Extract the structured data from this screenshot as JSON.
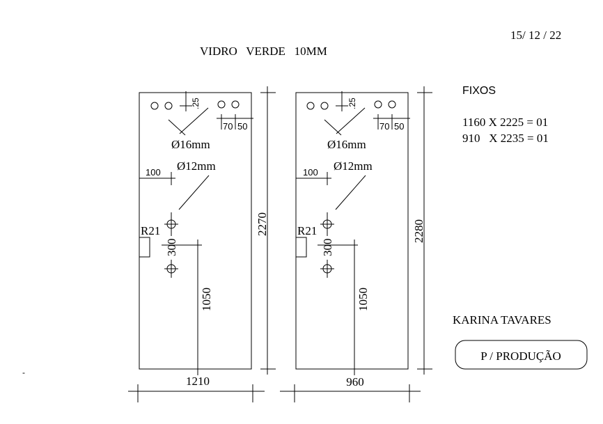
{
  "header": {
    "date": "15/ 12 / 22",
    "title": "VIDRO   VERDE   10MM"
  },
  "sheets": [
    {
      "height_label": "2270",
      "width_label": "1210",
      "top_offset_label": ".25",
      "spacing_label_a": "70",
      "spacing_label_b": "50",
      "hole_large_label": "Ø16mm",
      "hole_small_label": "Ø12mm",
      "edge_offset_label": "100",
      "radius_label": "R21",
      "hole_spacing_label": "300",
      "bottom_offset_label": "1050"
    },
    {
      "height_label": "2280",
      "width_label": "960",
      "top_offset_label": ".25",
      "spacing_label_a": "70",
      "spacing_label_b": "50",
      "hole_large_label": "Ø16mm",
      "hole_small_label": "Ø12mm",
      "edge_offset_label": "100",
      "radius_label": "R21",
      "hole_spacing_label": "300",
      "bottom_offset_label": "1050"
    }
  ],
  "notes": {
    "heading": "FIXOS",
    "lines": [
      "1160 X 2225 = 01",
      "910   X 2235 = 01"
    ]
  },
  "client": "KARINA TAVARES",
  "stamp": "P / PRODUÇÃO",
  "corner_mark": "-"
}
